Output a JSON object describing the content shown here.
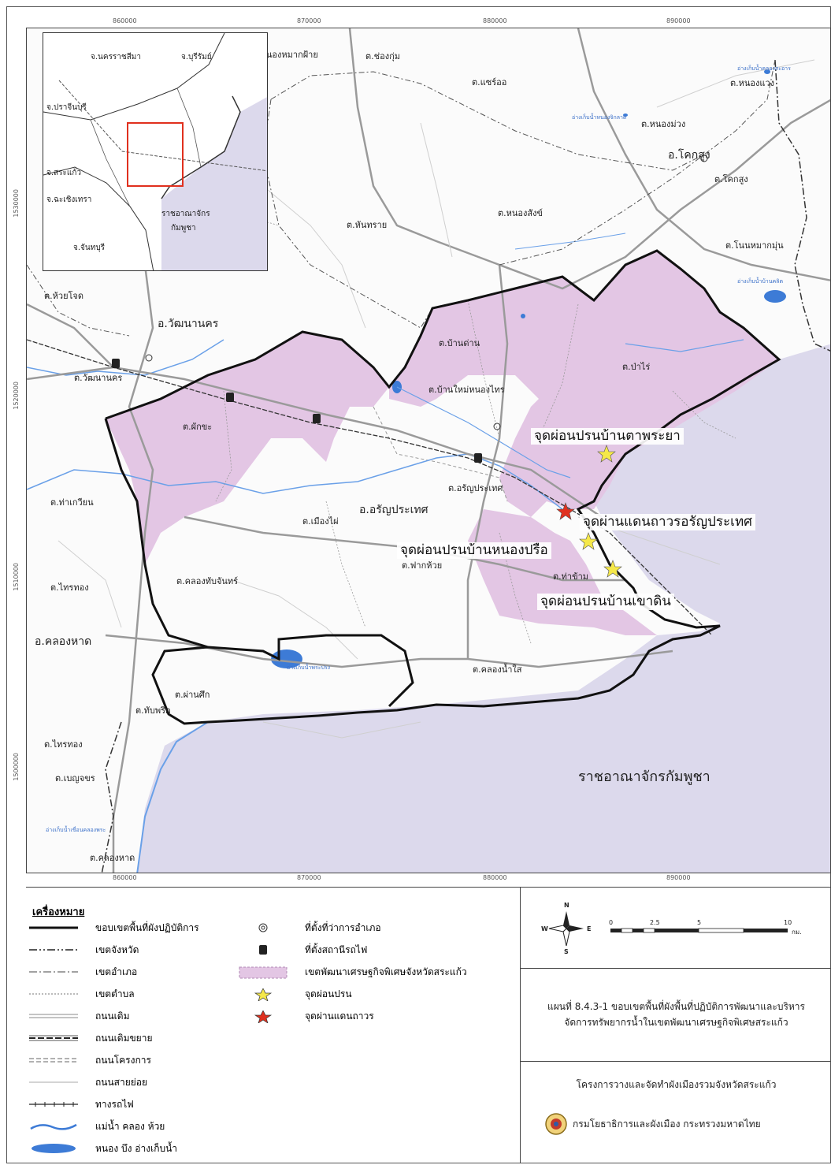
{
  "coords": {
    "top": [
      "860000",
      "870000",
      "880000",
      "890000"
    ],
    "bottom": [
      "860000",
      "870000",
      "880000",
      "890000"
    ],
    "left": [
      "1530000",
      "1520000",
      "1510000",
      "1500000"
    ],
    "right": [
      "1530000",
      "1520000",
      "1510000",
      "1500000"
    ]
  },
  "inset": {
    "labels": [
      "จ.นครราชสีมา",
      "จ.บุรีรัมย์",
      "จ.ปราจีนบุรี",
      "จ.สระแก้ว",
      "จ.ฉะเชิงเทรา",
      "ราชอาณาจักร",
      "กัมพูชา",
      "จ.จันทบุรี"
    ]
  },
  "places": {
    "sub_districts": [
      "ต.ห้วยโจด",
      "ต.วัฒนานคร",
      "ต.ผักขะ",
      "ต.ท่าเกวียน",
      "ต.ไทรทอง",
      "ต.คลองทับจันทร์",
      "ต.เมืองไผ่",
      "ต.ป่าไร่",
      "ต.บ้านด่าน",
      "ต.บ้านใหม่หนองไทร",
      "ต.อรัญประเทศ",
      "ต.ผ่านศึก",
      "ต.ทับพริก",
      "ต.ไทรทอง",
      "ต.เบญจขร",
      "ต.คลองหาด",
      "ต.คลองน้ำใส",
      "ต.ท่าข้าม",
      "ต.ฟากห้วย",
      "ต.หันทราย",
      "ต.หนองสังข์",
      "ต.ช่องกุ่ม",
      "ต.แซร์ออ",
      "ต.หนองแวง",
      "ต.หนองม่วง",
      "ต.โคกสูง",
      "ต.โนนหมากมุ่น",
      "ต.หนองหมากฝ้าย"
    ],
    "districts": [
      "อ.วัฒนานคร",
      "อ.อรัญประเทศ",
      "อ.คลองหาด",
      "อ.โคกสูง"
    ],
    "reservoirs": [
      "อ่างเก็บน้ำคลองสะอาร",
      "อ่างเก็บน้ำหนองจิกลาด",
      "อ่างเก็บน้ำบ้านคลิต",
      "อ่างเก็บน้ำพระปรง",
      "อ่างเก็บน้ำเขื่อนคลองพระ"
    ],
    "country": "ราชอาณาจักรกัมพูชา"
  },
  "callouts": {
    "ta_phraya": "จุดผ่อนปรนบ้านตาพระยา",
    "permanent": "จุดผ่านแดนถาวรอรัญประเทศ",
    "nong_prue": "จุดผ่อนปรนบ้านหนองปรือ",
    "khao_din": "จุดผ่อนปรนบ้านเขาดิน"
  },
  "legend": {
    "title": "เครื่องหมาย",
    "left_items": [
      "ขอบเขตพื้นที่ผังปฏิบัติการ",
      "เขตจังหวัด",
      "เขตอำเภอ",
      "เขตตำบล",
      "ถนนเดิม",
      "ถนนเดิมขยาย",
      "ถนนโครงการ",
      "ถนนสายย่อย",
      "ทางรถไฟ",
      "แม่น้ำ คลอง ห้วย",
      "หนอง บึง อ่างเก็บน้ำ"
    ],
    "right_items": [
      "ที่ตั้งที่ว่าการอำเภอ",
      "ที่ตั้งสถานีรถไฟ",
      "เขตพัฒนาเศรษฐกิจพิเศษจังหวัดสระแก้ว",
      "จุดผ่อนปรน",
      "จุดผ่านแดนถาวร"
    ]
  },
  "scale": {
    "ticks": [
      "0",
      "2.5",
      "5",
      "10"
    ],
    "unit": "กม.",
    "north": "N",
    "south": "S",
    "east": "E",
    "west": "W"
  },
  "caption": {
    "line1": "แผนที่ 8.4.3-1 ขอบเขตพื้นที่ผังพื้นที่ปฏิบัติการพัฒนาและบริหาร",
    "line2": "จัดการทรัพยากรน้ำในเขตพัฒนาเศรษฐกิจพิเศษสระแก้ว"
  },
  "project": "โครงการวางและจัดทำผังเมืองรวมจังหวัดสระแก้ว",
  "agency": "กรมโยธาธิการและผังเมือง กระทรวงมหาดไทย",
  "colors": {
    "sez": "#e3c6e4",
    "cambodia": "#dcd9ec",
    "water": "#3d7bd6",
    "boundary": "#111111",
    "star_yellow": "#f5e84a",
    "star_red": "#e0301e"
  }
}
